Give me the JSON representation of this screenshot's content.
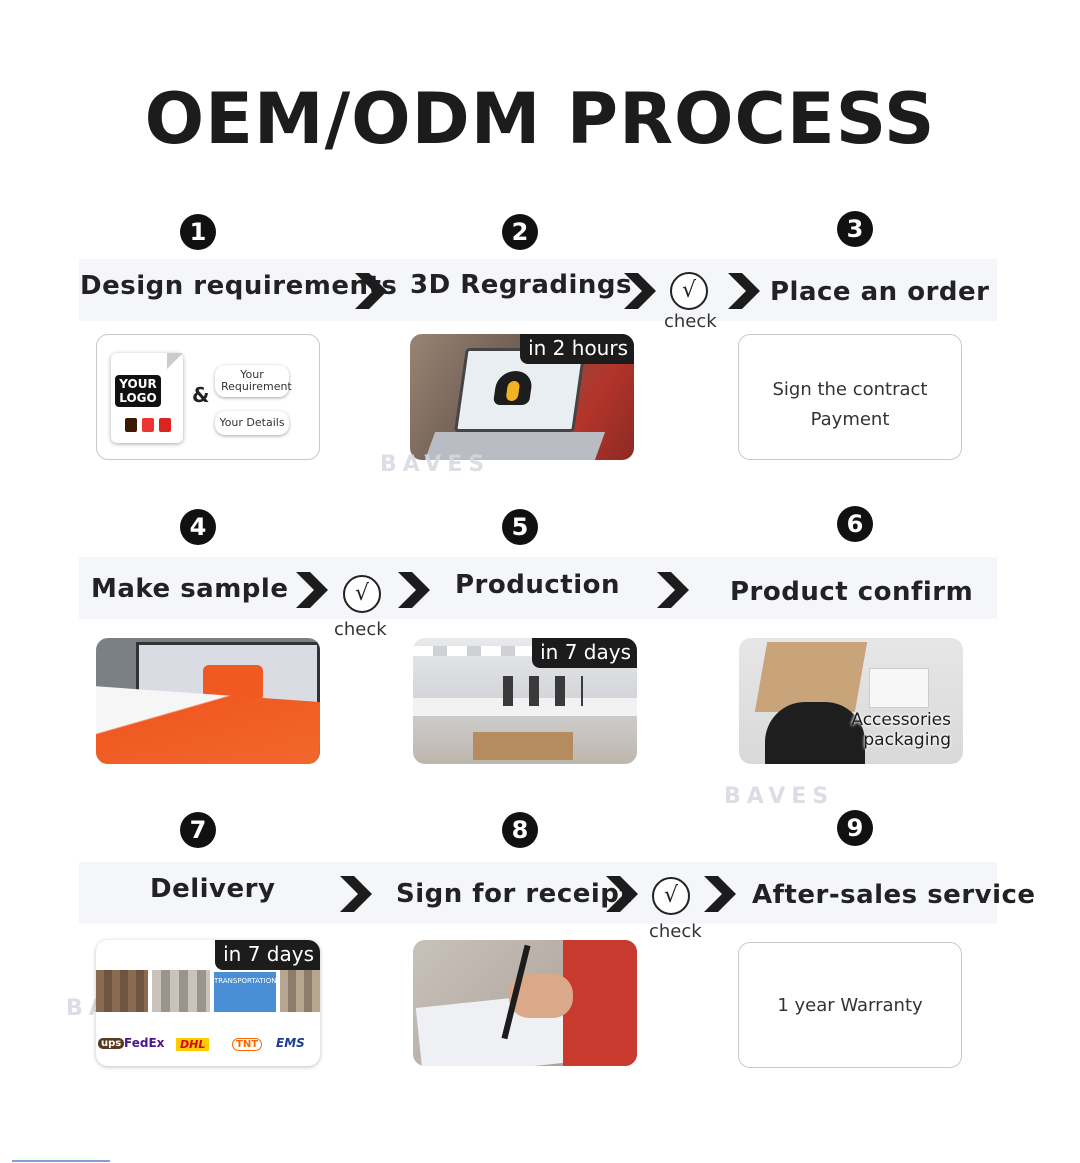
{
  "title": "OEM/ODM PROCESS",
  "check_mark": "√",
  "check_label": "check",
  "badges": {
    "step2": "in 2 hours",
    "step5": "in 7 days",
    "step7": "in 7 days"
  },
  "steps": [
    {
      "number": "1",
      "label": "Design requirements"
    },
    {
      "number": "2",
      "label": "3D Regradings"
    },
    {
      "number": "3",
      "label": "Place an order"
    },
    {
      "number": "4",
      "label": "Make sample"
    },
    {
      "number": "5",
      "label": "Production"
    },
    {
      "number": "6",
      "label": "Product confirm"
    },
    {
      "number": "7",
      "label": "Delivery"
    },
    {
      "number": "8",
      "label": "Sign for receipt"
    },
    {
      "number": "9",
      "label": "After-sales service"
    }
  ],
  "step1_card": {
    "logo_line1": "YOUR",
    "logo_line2": "LOGO",
    "ampersand": "&",
    "pill1": "Your Requirement",
    "pill2": "Your Details"
  },
  "step3_card": {
    "line1": "Sign the contract",
    "line2": "Payment"
  },
  "step6_card": {
    "line1": "Accessories",
    "line2": "packaging"
  },
  "step7_card": {
    "transport_title": "TRANSPORTATION",
    "carriers": [
      "ups",
      "FedEx",
      "DHL",
      "TNT",
      "EMS"
    ]
  },
  "step9_card": {
    "line1": "1 year Warranty"
  },
  "watermark": "BAVES",
  "colors": {
    "band": "#f5f6f9",
    "dark": "#1c1c1c",
    "orange": "#f05a22",
    "red": "#c83a2e"
  }
}
